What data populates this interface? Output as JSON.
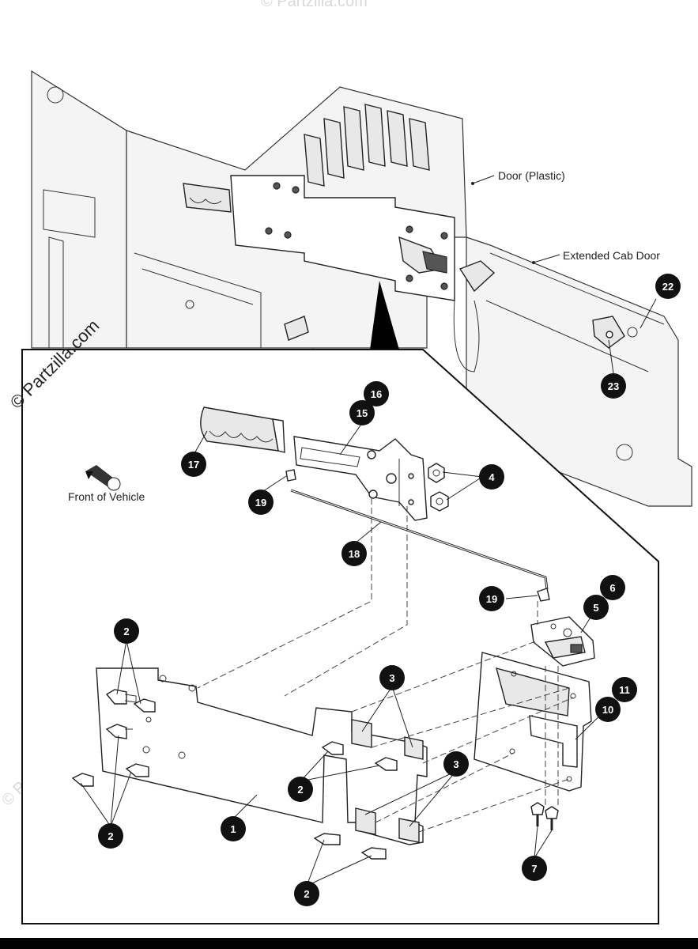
{
  "labels": {
    "door_plastic": "Door (Plastic)",
    "extended_cab_door": "Extended Cab Door",
    "front_of_vehicle": "Front of Vehicle"
  },
  "watermark": {
    "copyright": "© Partzilla.com",
    "faint": "© Partzilla.com"
  },
  "callouts": {
    "c1": "1",
    "c2a": "2",
    "c2b": "2",
    "c2c": "2",
    "c2d": "2",
    "c3a": "3",
    "c3b": "3",
    "c4": "4",
    "c5": "5",
    "c6": "6",
    "c7": "7",
    "c10": "10",
    "c11": "11",
    "c15": "15",
    "c16": "16",
    "c17": "17",
    "c18": "18",
    "c19a": "19",
    "c19b": "19",
    "c22": "22",
    "c23": "23"
  },
  "colors": {
    "callout_fill": "#111111",
    "callout_text": "#ffffff",
    "line": "#222222",
    "watermark": "#d9d9d9"
  }
}
